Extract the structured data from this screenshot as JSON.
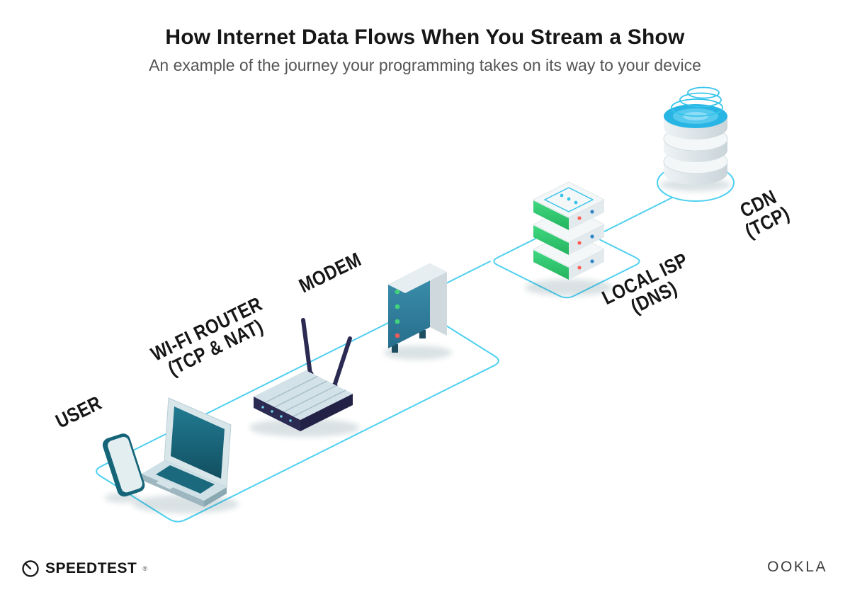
{
  "title": "How Internet Data Flows When You Stream a Show",
  "subtitle": "An example of the journey your programming takes on its way to your device",
  "nodes": {
    "user": {
      "label": "USER"
    },
    "router": {
      "label": "WI-FI ROUTER",
      "sublabel": "(TCP & NAT)"
    },
    "modem": {
      "label": "MODEM",
      "leds": [
        "#43d17c",
        "#43d17c",
        "#43d17c",
        "#e85c5c"
      ]
    },
    "isp": {
      "label": "LOCAL ISP",
      "sublabel": "(DNS)"
    },
    "cdn": {
      "label": "CDN",
      "sublabel": "(TCP)"
    }
  },
  "footer": {
    "speedtest_label": "SPEEDTEST",
    "speedtest_mark": "®",
    "ookla_label": "OOKLA"
  },
  "colors": {
    "path_blue": "#4fd0f0",
    "device_teal": "#17657a",
    "router_navy": "#2b2a52",
    "server_green": "#2fd072",
    "cdn_cyan": "#29b5e4",
    "indicator_red": "#ff5f56",
    "indicator_blue": "#2f86c8",
    "text_dark": "#161616",
    "text_gray": "#555555"
  }
}
